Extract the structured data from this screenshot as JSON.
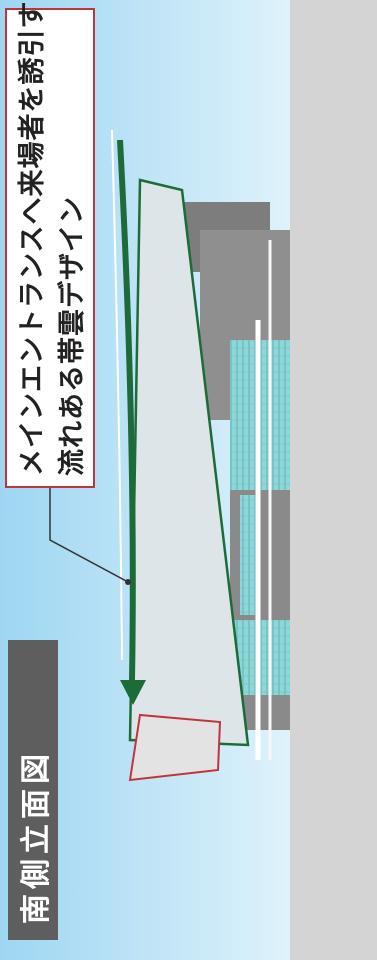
{
  "diagram": {
    "view_label": "南側立面図",
    "callout": {
      "line1": "メインエントランスへ来場者を誘引する",
      "line2": "流れある帯雲デザイン"
    }
  },
  "colors": {
    "sky_top": "#9ed6f2",
    "sky_bottom": "#dff2fb",
    "ground": "#d4d4d4",
    "building": "#8a8a8a",
    "canopy_fill": "#dde5e8",
    "accent_green": "#1e6b3a",
    "callout_border": "#c0353d",
    "glass": "#8fd6d8"
  }
}
